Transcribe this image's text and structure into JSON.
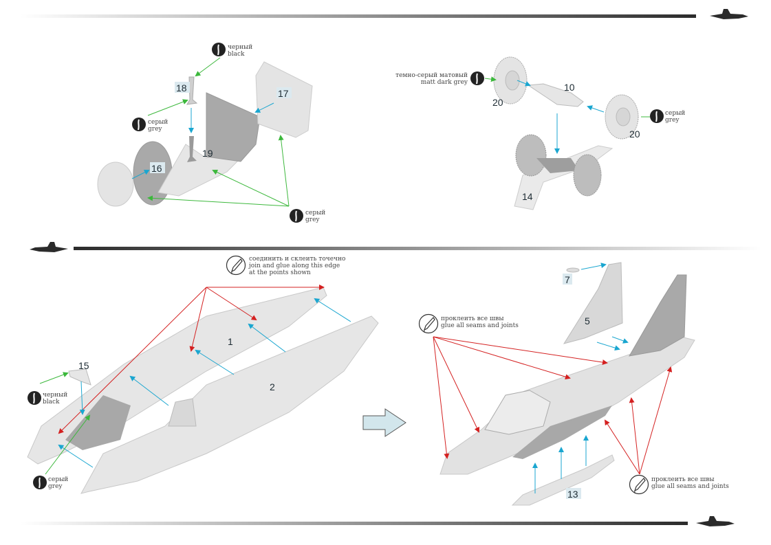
{
  "colors": {
    "paint_arrow": "#3cb83c",
    "assembly_arrow": "#1aa6d0",
    "glue_arrow": "#d42020",
    "part_fill": "#e2e2e2",
    "part_dark": "#a8a8a8",
    "label_bg": "#dbe9ef",
    "step_arrow_fill": "#d2e6ec"
  },
  "paint_labels": {
    "black": {
      "ru": "черный",
      "en": "black"
    },
    "grey": {
      "ru": "серый",
      "en": "grey"
    },
    "matt_dark_grey": {
      "ru": "темно-серый матовый",
      "en": "matt dark grey"
    }
  },
  "glue_notes": {
    "join_points": {
      "ru": "соединить и склеить точечно",
      "en1": "join and glue along this edge",
      "en2": "at the points shown"
    },
    "seams_top": {
      "ru": "проклеить все швы",
      "en": "glue all seams and joints"
    },
    "seams_bottom": {
      "ru": "проклеить все швы",
      "en": "glue all seams and joints"
    }
  },
  "parts": {
    "p1": "1",
    "p2": "2",
    "p5": "5",
    "p7": "7",
    "p10": "10",
    "p13": "13",
    "p14": "14",
    "p15": "15",
    "p16": "16",
    "p17": "17",
    "p18": "18",
    "p19": "19",
    "p20a": "20",
    "p20b": "20"
  }
}
